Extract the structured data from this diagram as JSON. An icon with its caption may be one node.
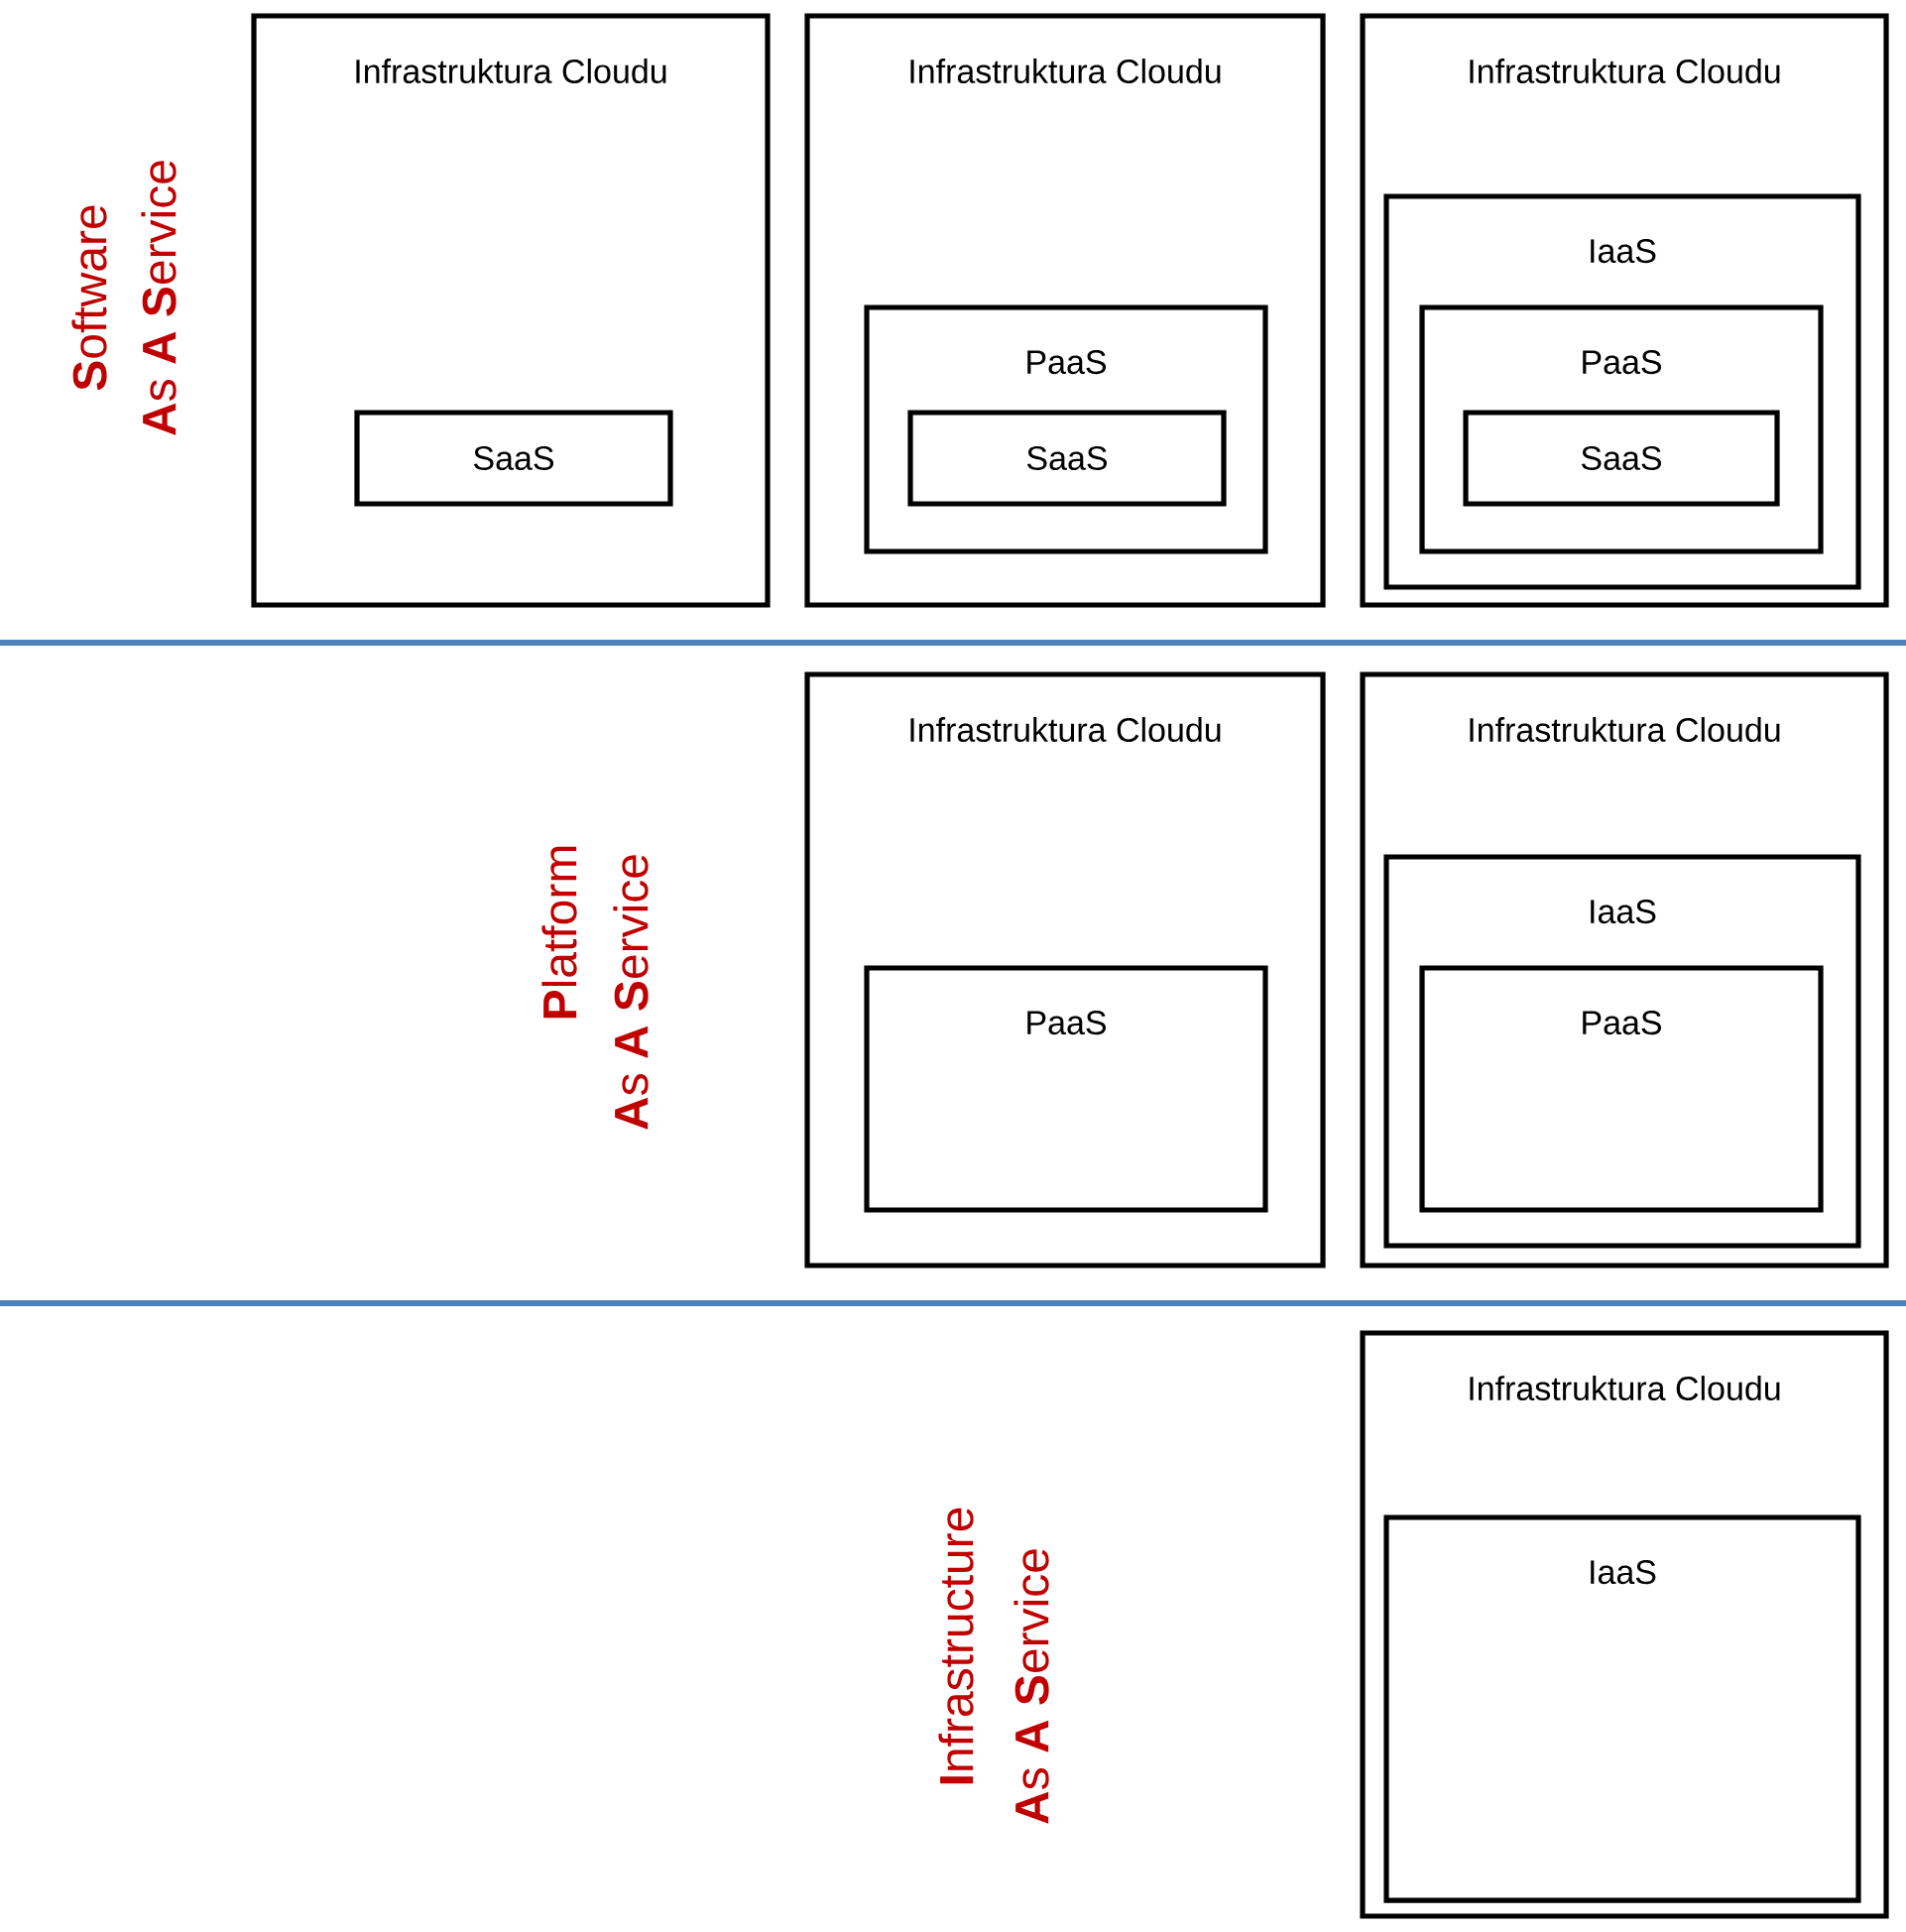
{
  "diagram": {
    "nodes": [
      {
        "text": [
          "Infrastruktura Cloudu"
        ]
      },
      {
        "text": [
          "SaaS"
        ],
        "in": 0
      },
      {
        "text": [
          "Infrastruktura Cloudu"
        ]
      },
      {
        "text": [
          "PaaS"
        ],
        "in": 2
      },
      {
        "text": [
          "SaaS"
        ],
        "in": 3
      },
      {
        "text": [
          "Infrastruktura Cloudu"
        ]
      },
      {
        "text": [
          "IaaS"
        ],
        "in": 5
      },
      {
        "text": [
          "PaaS"
        ],
        "in": 6
      },
      {
        "text": [
          "SaaS"
        ],
        "in": 7
      },
      {
        "text": [
          "Infrastruktura Cloudu"
        ]
      },
      {
        "text": [
          "PaaS"
        ],
        "in": 9
      },
      {
        "text": [
          "Infrastruktura Cloudu"
        ]
      },
      {
        "text": [
          "IaaS"
        ],
        "in": 11
      },
      {
        "text": [
          "PaaS"
        ],
        "in": 12
      },
      {
        "text": [
          "Infrastruktura Cloudu"
        ]
      },
      {
        "text": [
          "IaaS"
        ],
        "in": 14
      }
    ],
    "labels": [
      "**S**oftware",
      "**A**s **A** **S**ervice",
      "**P**latform",
      "**A**s **A** **S**ervice",
      "**I**nfrastructure",
      "**A**s **A** **S**ervice"
    ]
  }
}
